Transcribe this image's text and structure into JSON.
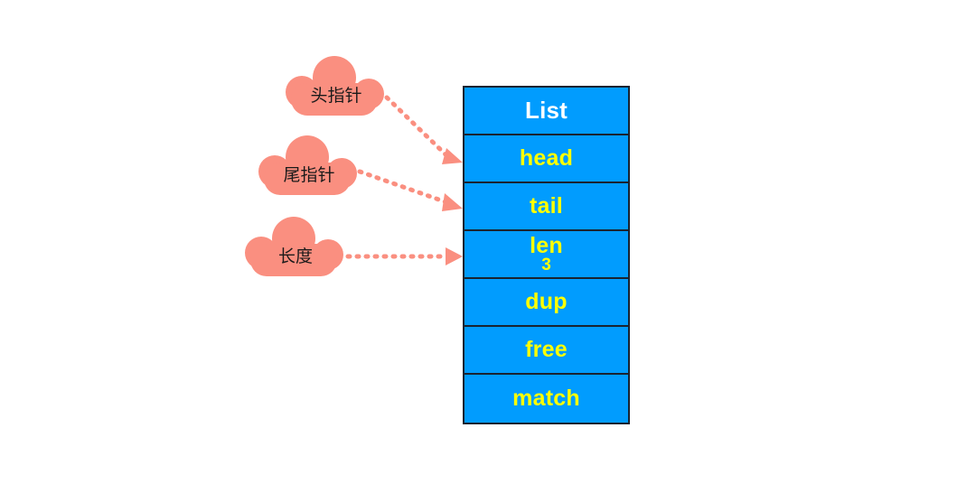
{
  "colors": {
    "cloud_fill": "#fa8f80",
    "struct_fill": "#019cfe",
    "struct_border": "#1a2330",
    "field_text": "#ffff00",
    "header_text": "#ffffff",
    "arrow": "#fa8f80",
    "background": "#ffffff"
  },
  "struct": {
    "header": {
      "label": "List"
    },
    "rows": [
      {
        "label": "head",
        "value": ""
      },
      {
        "label": "tail",
        "value": ""
      },
      {
        "label": "len",
        "value": "3"
      },
      {
        "label": "dup",
        "value": ""
      },
      {
        "label": "free",
        "value": ""
      },
      {
        "label": "match",
        "value": ""
      }
    ]
  },
  "annotations": [
    {
      "id": "head-pointer",
      "label": "头指针",
      "target": "head"
    },
    {
      "id": "tail-pointer",
      "label": "尾指针",
      "target": "tail"
    },
    {
      "id": "length",
      "label": "长度",
      "target": "len"
    }
  ]
}
